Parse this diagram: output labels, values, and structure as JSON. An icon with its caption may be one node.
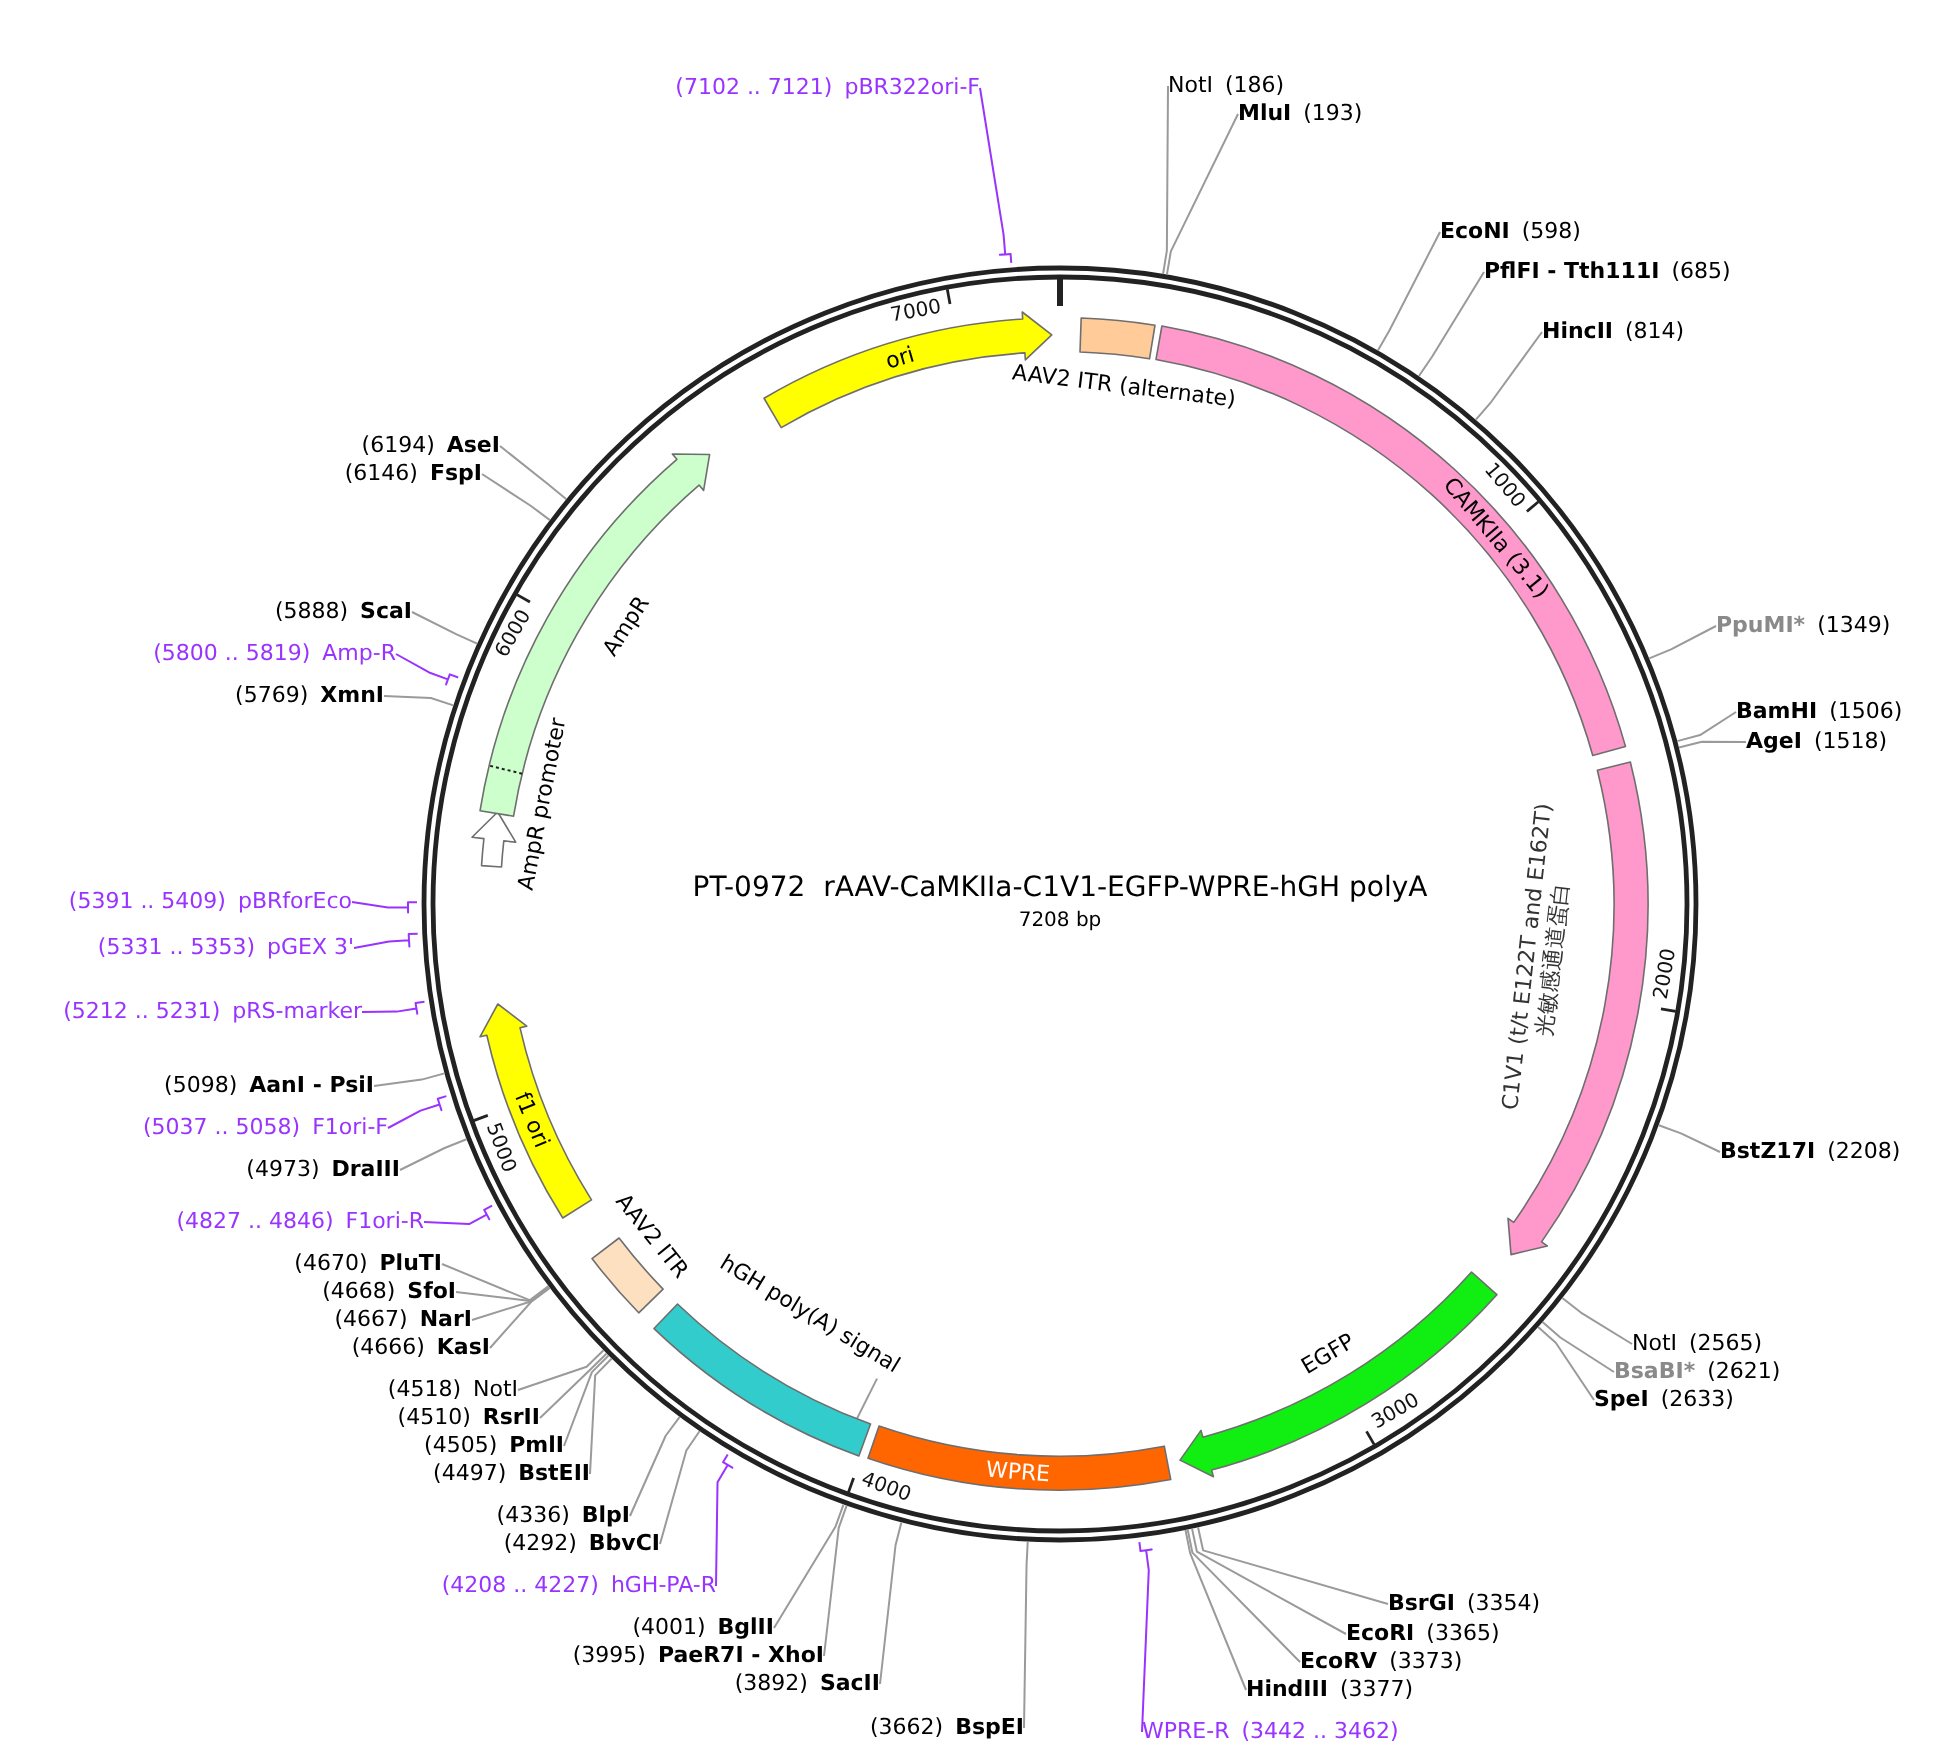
{
  "diagram": {
    "title": "PT-0972  rAAV-CaMKIIa-C1V1-EGFP-WPRE-hGH polyA",
    "nodes": [
      {
        "text": [
          "ori"
        ]
      },
      {
        "text": [
          "AAV2 ITR (alternate)"
        ]
      },
      {
        "text": [
          "CAMKIIa (3.1)"
        ]
      },
      {
        "text": [
          "C1V1 (t/t E122T and E162T) 光敏感通道蛋白"
        ]
      },
      {
        "text": [
          "EGFP"
        ]
      },
      {
        "text": [
          "WPRE"
        ]
      },
      {
        "text": [],
        "shape": "bar"
      },
      {
        "text": [
          "hGH poly(A) signal"
        ]
      },
      {
        "text": [
          "AAV2 ITR"
        ]
      },
      {
        "text": [
          "f1 ori"
        ]
      },
      {
        "text": [
          "AmpR promoter"
        ]
      },
      {
        "text": [
          "AmpR"
        ]
      },
      {
        "text": [
          "NotI",
          "(186)"
        ]
      },
      {
        "text": [
          "MluI",
          "(193)"
        ]
      },
      {
        "text": [
          "EcoNI",
          "(598)"
        ]
      },
      {
        "text": [
          "PflFI - Tth111I",
          "(685)"
        ]
      },
      {
        "text": [
          "HincII",
          "(814)"
        ]
      },
      {
        "text": [
          "PpuMI*",
          "(1349)"
        ]
      },
      {
        "text": [
          "BamHI",
          "(1506)"
        ]
      },
      {
        "text": [
          "AgeI",
          "(1518)"
        ]
      },
      {
        "text": [
          "BstZ17I",
          "(2208)"
        ]
      },
      {
        "text": [
          "NotI",
          "(2565)"
        ]
      },
      {
        "text": [
          "BsaBI*",
          "(2621)"
        ]
      },
      {
        "text": [
          "SpeI",
          "(2633)"
        ]
      },
      {
        "text": [
          "BsrGI",
          "(3354)"
        ]
      },
      {
        "text": [
          "EcoRI",
          "(3365)"
        ]
      },
      {
        "text": [
          "EcoRV",
          "(3373)"
        ]
      },
      {
        "text": [
          "HindIII",
          "(3377)"
        ]
      },
      {
        "text": [
          "WPRE-R",
          "(3442 .. 3462)"
        ]
      },
      {
        "text": [
          "(3662)",
          "BspEI"
        ]
      },
      {
        "text": [
          "(3892)",
          "SacII"
        ]
      },
      {
        "text": [
          "(3995)",
          "PaeR7I - XhoI"
        ]
      },
      {
        "text": [
          "(4001)",
          "BglII"
        ]
      },
      {
        "text": [
          "(4208 .. 4227)",
          "hGH-PA-R"
        ]
      },
      {
        "text": [
          "(4292)",
          "BbvCI"
        ]
      },
      {
        "text": [
          "(4336)",
          "BlpI"
        ]
      },
      {
        "text": [
          "(4497)",
          "BstEII"
        ]
      },
      {
        "text": [
          "(4505)",
          "PmlI"
        ]
      },
      {
        "text": [
          "(4510)",
          "RsrII"
        ]
      },
      {
        "text": [
          "(4518)",
          "NotI"
        ]
      },
      {
        "text": [
          "(4666)",
          "KasI"
        ]
      },
      {
        "text": [
          "(4667)",
          "NarI"
        ]
      },
      {
        "text": [
          "(4668)",
          "SfoI"
        ]
      },
      {
        "text": [
          "(4670)",
          "PluTI"
        ]
      },
      {
        "text": [
          "(4827 .. 4846)",
          "F1ori-R"
        ]
      },
      {
        "text": [
          "(4973)",
          "DraIII"
        ]
      },
      {
        "text": [
          "(5037 .. 5058)",
          "F1ori-F"
        ]
      },
      {
        "text": [
          "(5098)",
          "AanI - PsiI"
        ]
      },
      {
        "text": [
          "(5212 .. 5231)",
          "pRS-marker"
        ]
      },
      {
        "text": [
          "(5331 .. 5353)",
          "pGEX 3'"
        ]
      },
      {
        "text": [
          "(5391 .. 5409)",
          "pBRforEco"
        ]
      },
      {
        "text": [
          "(5769)",
          "XmnI"
        ]
      },
      {
        "text": [
          "(5800 .. 5819)",
          "Amp-R"
        ]
      },
      {
        "text": [
          "(5888)",
          "ScaI"
        ]
      },
      {
        "text": [
          "(6146)",
          "FspI"
        ]
      },
      {
        "text": [
          "(6194)",
          "AseI"
        ]
      },
      {
        "text": [
          "(7102 .. 7121)",
          "pBR322ori-F"
        ]
      }
    ],
    "edges": [
      {
        "from": 7,
        "to": 6,
        "arrow": "none"
      },
      {
        "from": 12,
        "to": null,
        "arrow": "none"
      },
      {
        "from": 13,
        "to": null,
        "arrow": "none"
      },
      {
        "from": 14,
        "to": null,
        "arrow": "none"
      },
      {
        "from": 15,
        "to": null,
        "arrow": "none"
      },
      {
        "from": 16,
        "to": null,
        "arrow": "none"
      },
      {
        "from": 17,
        "to": null,
        "arrow": "none"
      },
      {
        "from": 18,
        "to": null,
        "arrow": "none"
      },
      {
        "from": 19,
        "to": null,
        "arrow": "none"
      },
      {
        "from": 20,
        "to": null,
        "arrow": "none"
      },
      {
        "from": 21,
        "to": null,
        "arrow": "none"
      },
      {
        "from": 22,
        "to": null,
        "arrow": "none"
      },
      {
        "from": 23,
        "to": null,
        "arrow": "none"
      },
      {
        "from": 24,
        "to": null,
        "arrow": "none"
      },
      {
        "from": 25,
        "to": null,
        "arrow": "none"
      },
      {
        "from": 26,
        "to": null,
        "arrow": "none"
      },
      {
        "from": 27,
        "to": null,
        "arrow": "none"
      },
      {
        "from": 28,
        "to": null,
        "arrow": "none",
        "color": "#9933ff"
      },
      {
        "from": 29,
        "to": null,
        "arrow": "none"
      },
      {
        "from": 30,
        "to": null,
        "arrow": "none"
      },
      {
        "from": 31,
        "to": null,
        "arrow": "none"
      },
      {
        "from": 32,
        "to": null,
        "arrow": "none"
      },
      {
        "from": 33,
        "to": null,
        "arrow": "none",
        "color": "#9933ff"
      },
      {
        "from": 34,
        "to": null,
        "arrow": "none"
      },
      {
        "from": 35,
        "to": null,
        "arrow": "none"
      },
      {
        "from": 36,
        "to": null,
        "arrow": "none"
      },
      {
        "from": 37,
        "to": null,
        "arrow": "none"
      },
      {
        "from": 38,
        "to": null,
        "arrow": "none"
      },
      {
        "from": 39,
        "to": null,
        "arrow": "none"
      },
      {
        "from": 40,
        "to": null,
        "arrow": "none"
      },
      {
        "from": 41,
        "to": null,
        "arrow": "none"
      },
      {
        "from": 42,
        "to": null,
        "arrow": "none"
      },
      {
        "from": 43,
        "to": null,
        "arrow": "none"
      },
      {
        "from": 44,
        "to": null,
        "arrow": "none",
        "color": "#9933ff"
      },
      {
        "from": 45,
        "to": null,
        "arrow": "none"
      },
      {
        "from": 46,
        "to": null,
        "arrow": "none",
        "color": "#9933ff"
      },
      {
        "from": 47,
        "to": null,
        "arrow": "none"
      },
      {
        "from": 48,
        "to": null,
        "arrow": "none",
        "color": "#9933ff"
      },
      {
        "from": 49,
        "to": null,
        "arrow": "none",
        "color": "#9933ff"
      },
      {
        "from": 50,
        "to": null,
        "arrow": "none",
        "color": "#9933ff"
      },
      {
        "from": 51,
        "to": null,
        "arrow": "none"
      },
      {
        "from": 52,
        "to": null,
        "arrow": "none",
        "color": "#9933ff"
      },
      {
        "from": 53,
        "to": null,
        "arrow": "none"
      },
      {
        "from": 54,
        "to": null,
        "arrow": "none"
      },
      {
        "from": 55,
        "to": null,
        "arrow": "none"
      },
      {
        "from": 56,
        "to": null,
        "arrow": "none",
        "color": "#9933ff"
      }
    ],
    "labels": [
      "1000",
      "2000",
      "3000",
      "4000",
      "5000",
      "6000",
      "7000",
      "7208 bp"
    ]
  }
}
